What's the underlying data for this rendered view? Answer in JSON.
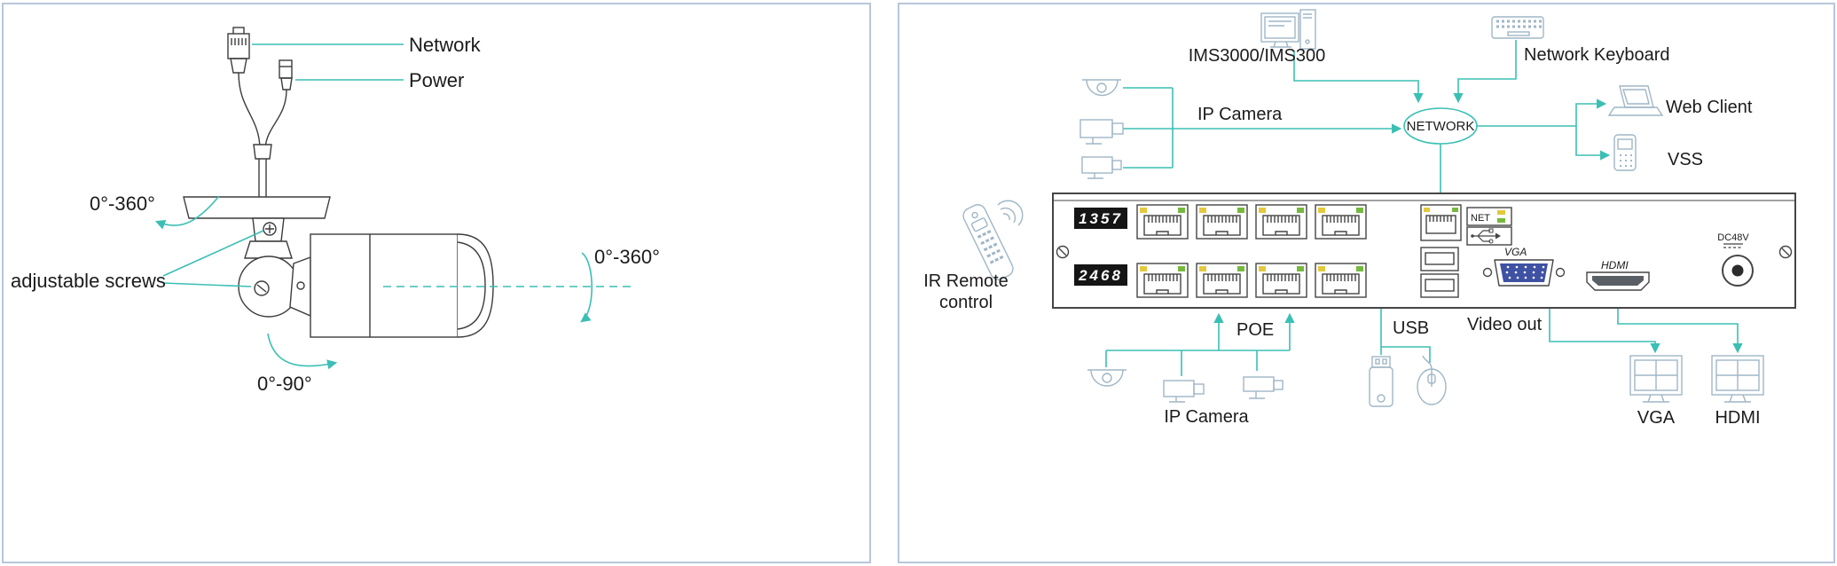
{
  "colors": {
    "accent_teal": "#3bbfb4",
    "icon_stroke": "#9fb6c6",
    "drawing_stroke": "#3c3c3c",
    "panel_border": "#b7c6dc",
    "vga_blue": "#3f51a3",
    "led_yellow": "#e3c93f",
    "led_green": "#76b93e",
    "text": "#1b1b1b"
  },
  "left_panel": {
    "labels": {
      "network": "Network",
      "power": "Power",
      "mount_rotation": "0°-360°",
      "adjustable_screws": "adjustable screws",
      "body_rotation": "0°-360°",
      "tilt_rotation": "0°-90°"
    }
  },
  "right_panel": {
    "labels": {
      "ims": "IMS3000/IMS300",
      "network_keyboard": "Network Keyboard",
      "ip_camera_top": "IP Camera",
      "network_cloud": "NETWORK",
      "web_client": "Web Client",
      "vss": "VSS",
      "ir_remote_line1": "IR Remote",
      "ir_remote_line2": "control",
      "poe": "POE",
      "usb": "USB",
      "video_out": "Video out",
      "ip_camera_bottom": "IP Camera",
      "vga_monitor": "VGA",
      "hdmi_monitor": "HDMI"
    },
    "nvr": {
      "ports_label_odd": "1357",
      "ports_label_even": "2468",
      "net_label": "NET",
      "vga_label": "VGA",
      "hdmi_label": "HDMI",
      "dc_label": "DC48V"
    }
  }
}
